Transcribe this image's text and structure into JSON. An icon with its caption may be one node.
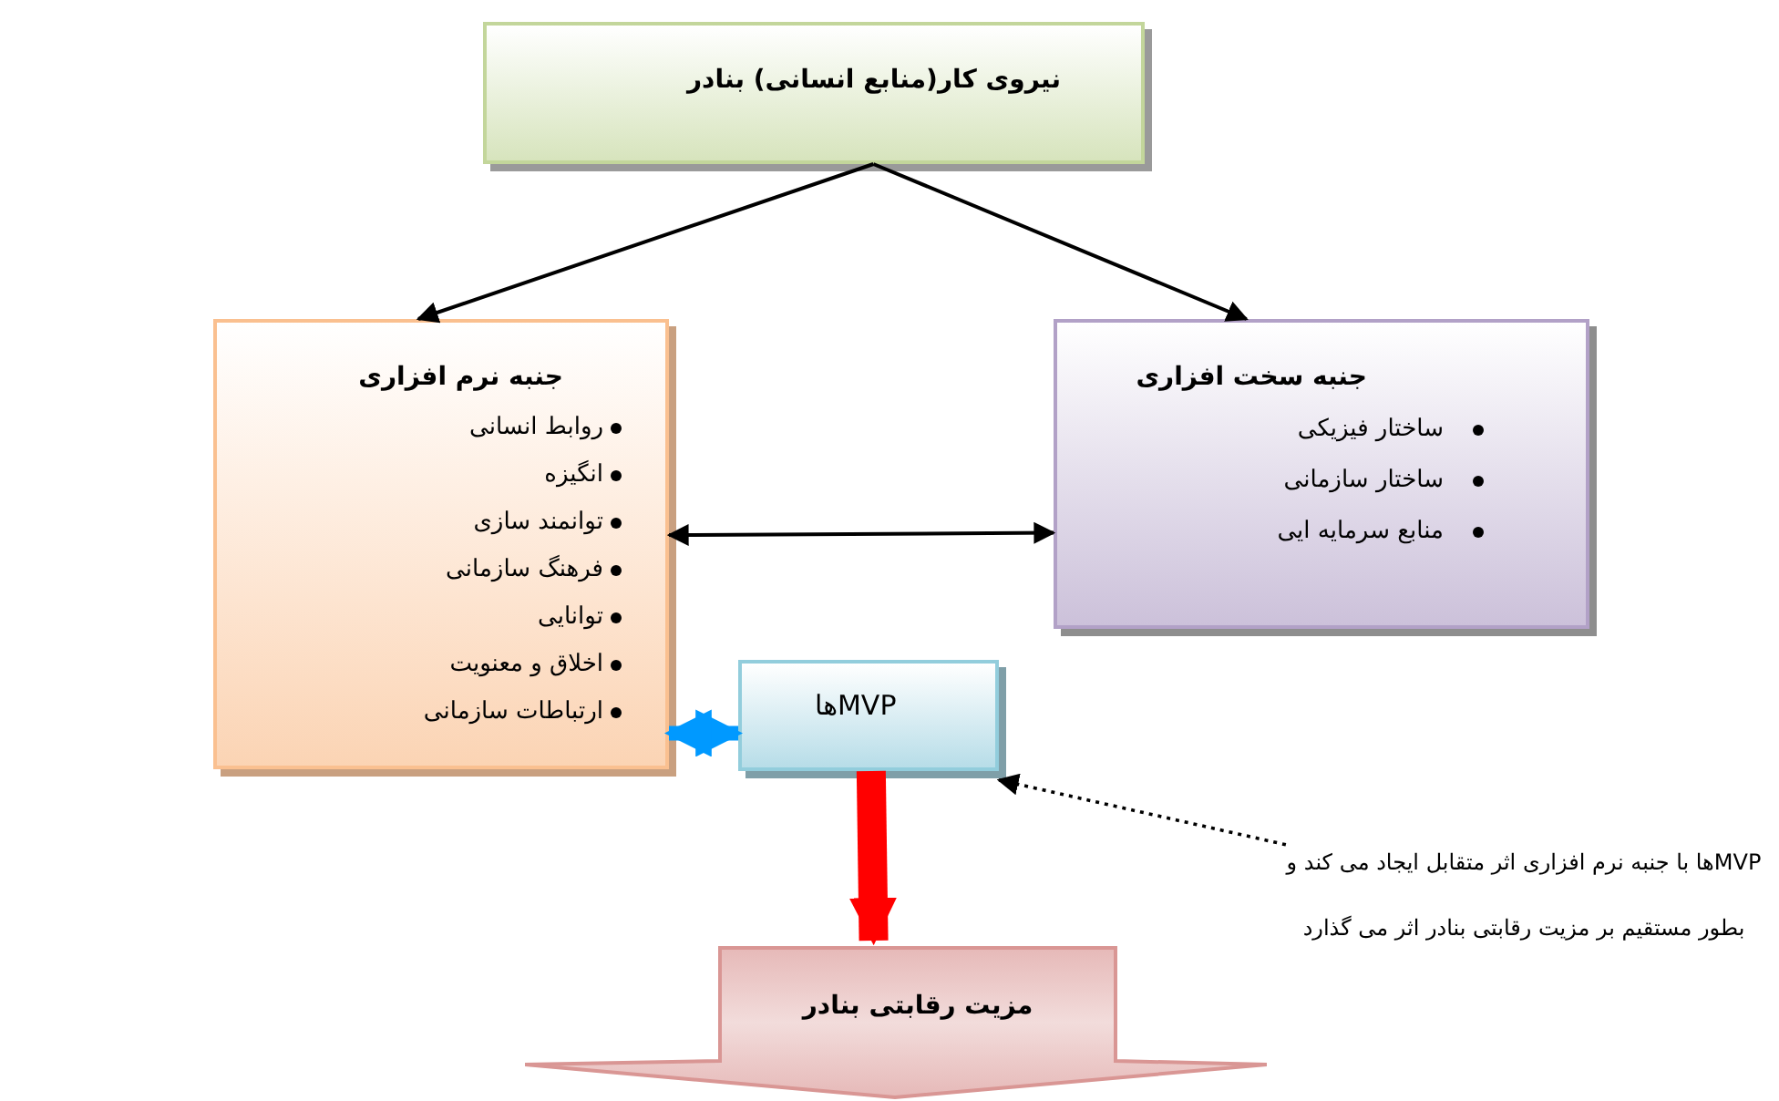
{
  "diagram": {
    "nodes": [
      {
        "text": [
          "نیروی کار(منابع انسانی) بنادر"
        ]
      },
      {
        "text": [
          "جنبه نرم افزاری",
          "روابط انسانی",
          "انگیزه",
          "توانمند سازی",
          "فرهنگ سازمانی",
          "توانایی",
          "اخلاق و معنویت",
          "ارتباطات سازمانی"
        ]
      },
      {
        "text": [
          "جنبه سخت افزاری",
          "ساختار فیزیکی",
          "ساختار سازمانی",
          "منابع سرمایه ایی"
        ]
      },
      {
        "text": [
          "MVPها"
        ]
      },
      {
        "text": [
          "مزیت رقابتی بنادر"
        ]
      },
      {
        "text": [
          "MVPها با جنبه نرم افزاری اثر متقابل ایجاد می کند و بطور مستقیم بر مزیت رقابتی بنادر اثر می گذارد"
        ]
      }
    ],
    "edges": [
      {
        "from": 0,
        "to": 1,
        "arrow": "to"
      },
      {
        "from": 0,
        "to": 2,
        "arrow": "to"
      },
      {
        "from": 1,
        "to": 2,
        "arrow": "both"
      },
      {
        "from": 3,
        "to": 1,
        "arrow": "both",
        "style": "thick",
        "color": "#0099ff"
      },
      {
        "from": 3,
        "to": 4,
        "arrow": "to",
        "style": "thick",
        "color": "#ff0000"
      },
      {
        "from": 5,
        "to": 3,
        "arrow": "to",
        "style": "dashed"
      }
    ]
  }
}
